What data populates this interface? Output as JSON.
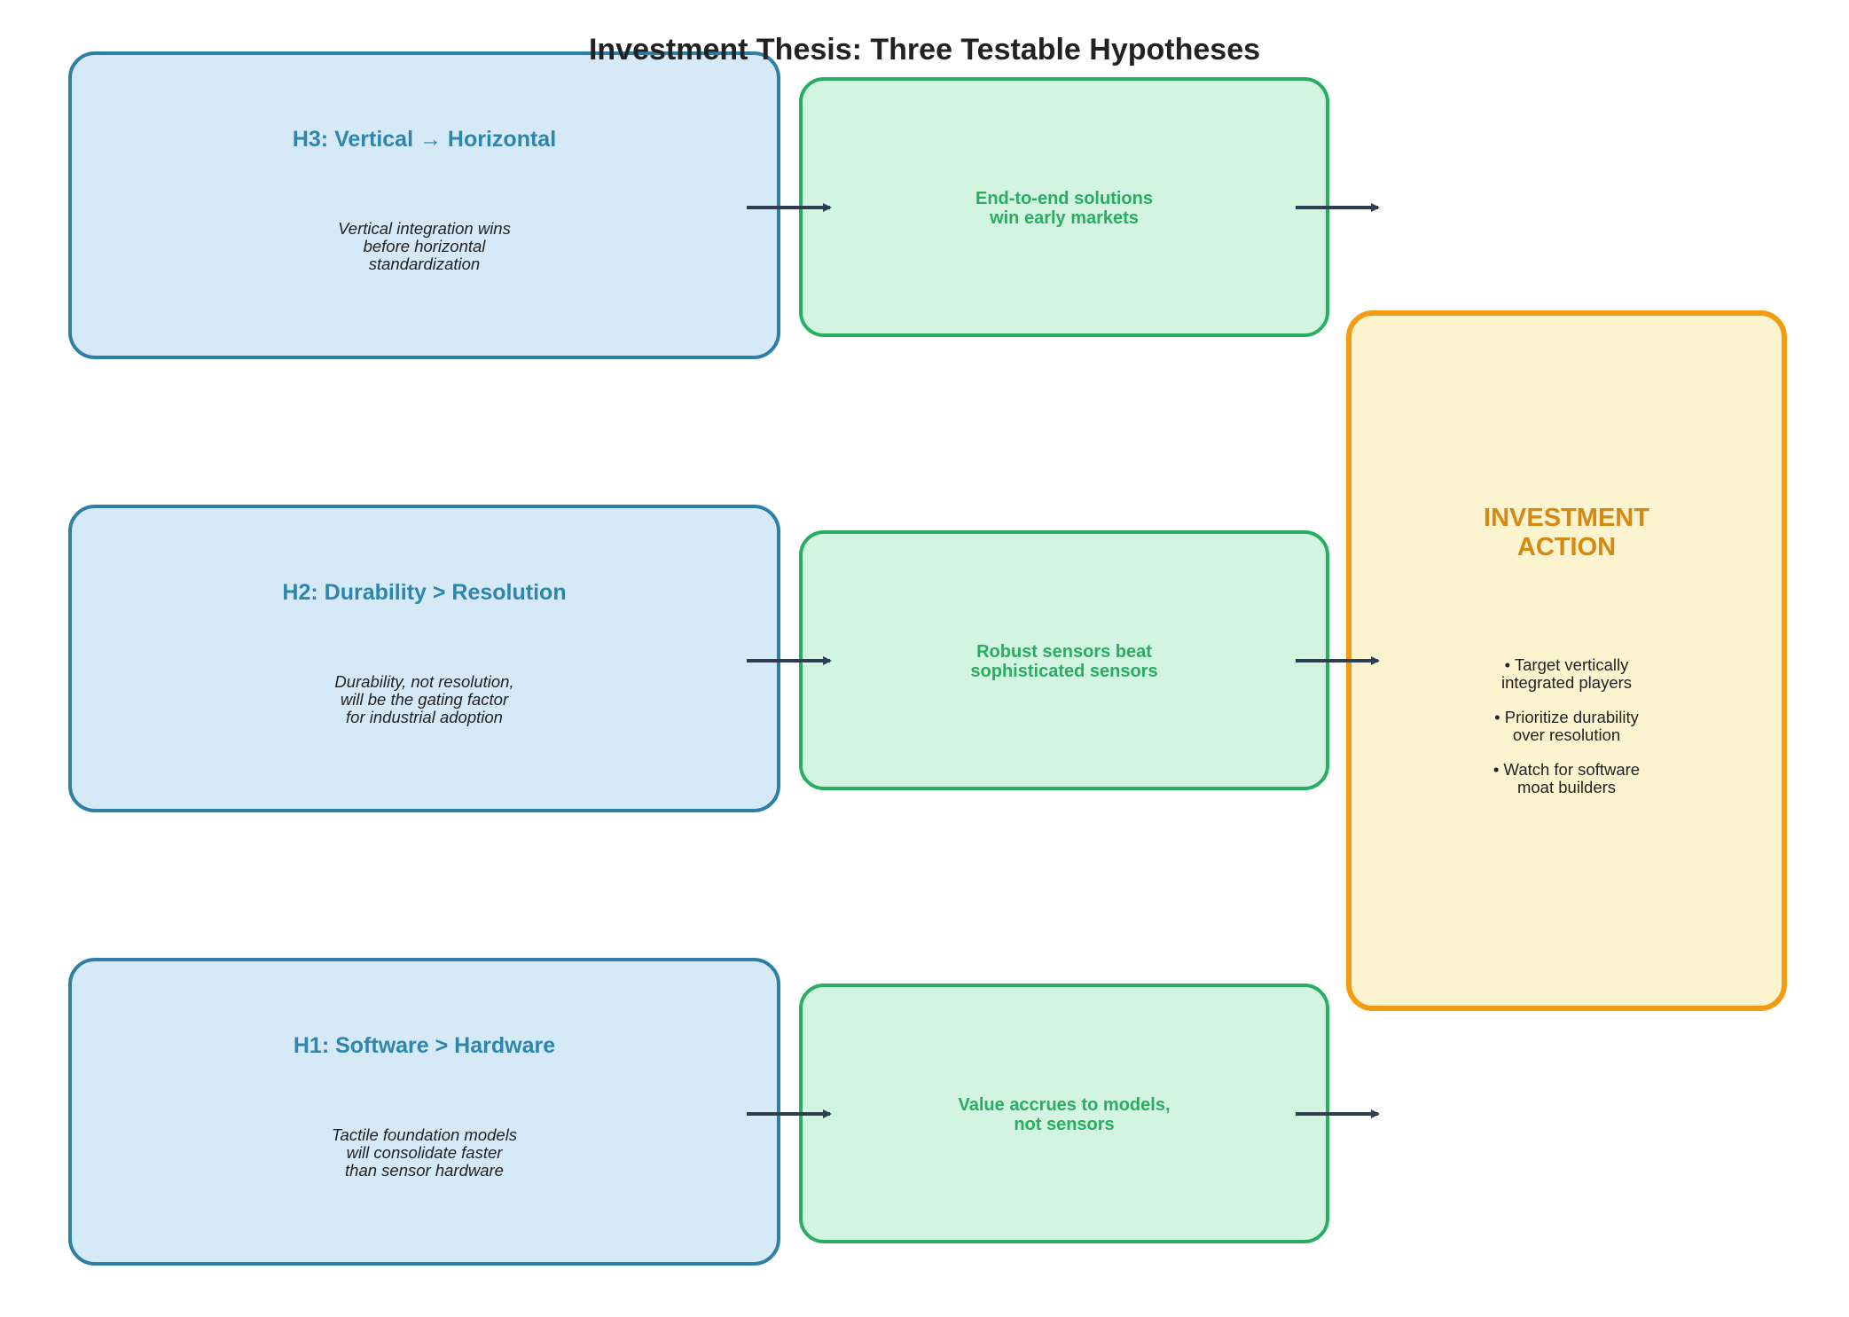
{
  "title": "Investment Thesis: Three Testable Hypotheses",
  "hypotheses": [
    {
      "title": "H3: Vertical → Horizontal",
      "description": "Vertical integration wins\nbefore horizontal\nstandardization"
    },
    {
      "title": "H2: Durability > Resolution",
      "description": "Durability, not resolution,\nwill be the gating factor\nfor industrial adoption"
    },
    {
      "title": "H1: Software > Hardware",
      "description": "Tactile foundation models\nwill consolidate faster\nthan sensor hardware"
    }
  ],
  "implications": [
    {
      "text": "End-to-end solutions\nwin early markets"
    },
    {
      "text": "Robust sensors beat\nsophisticated sensors"
    },
    {
      "text": "Value accrues to models,\nnot sensors"
    }
  ],
  "action": {
    "title": "INVESTMENT\nACTION",
    "items": [
      "• Target vertically\n  integrated players",
      "• Prioritize durability\n  over resolution",
      "• Watch for software\n  moat builders"
    ]
  },
  "colors": {
    "hypothesis_fill": "#d6e9f7",
    "hypothesis_border": "#2e7fa8",
    "implication_fill": "#d4f4e2",
    "implication_border": "#27ae60",
    "action_fill": "#fcf3cf",
    "action_border": "#f39c12",
    "arrow": "#2c3e50"
  }
}
